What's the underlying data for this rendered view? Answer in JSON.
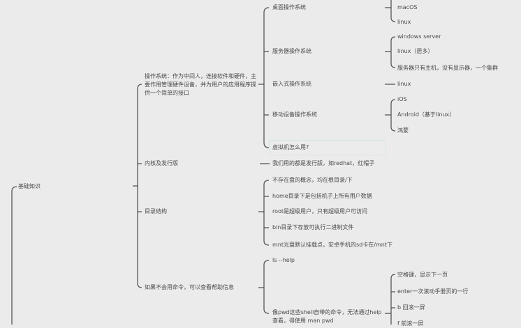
{
  "mindmap": {
    "root": {
      "label": "基础知识"
    },
    "branches": [
      {
        "label": "操作系统：作为中间人，连接软件和硬件，主要作用管理硬件设备，并为用户的应用程序提供一个简单的接口",
        "children": [
          {
            "label": "桌面操作系统",
            "children": [
              "macOS",
              "linux"
            ]
          },
          {
            "label": "服务器操作系统",
            "children": [
              "windows server",
              "linux（居多）",
              "服务器只有主机，没有显示器，一个集群"
            ]
          },
          {
            "label": "嵌入式操作系统",
            "children": [
              "linux"
            ]
          },
          {
            "label": "移动设备操作系统",
            "children": [
              "iOS",
              "Android（基于linux）",
              "鸿蒙"
            ]
          },
          {
            "label": "虚拟机怎么用?",
            "children": []
          }
        ]
      },
      {
        "label": "内核及发行版",
        "children": [
          {
            "label": "我们用的都是发行版，如redhat，红帽子"
          }
        ]
      },
      {
        "label": "目录结构",
        "children": [
          {
            "label": "不存在盘的概念，均在根目录/下"
          },
          {
            "label": "home目录下是包括机子上所有用户数据"
          },
          {
            "label": "root是超级用户，只有超级用户可访问"
          },
          {
            "label": "bin目录下存放可执行二进制文件"
          },
          {
            "label": "mnt光盘默认挂载点，安卓手机的sd卡在/mnt下"
          }
        ]
      },
      {
        "label": "如果不会用命令，可以查看帮助信息",
        "children": [
          {
            "label": "ls  --help"
          },
          {
            "label": "像pwd这些shell自带的命令，无法通过help查看，得使用 man pwd",
            "children": [
              "空格键，显示下一页",
              "enter一次滚动手册页的一行",
              "b  回滚一屏",
              "f  前滚一屏"
            ]
          }
        ]
      }
    ]
  }
}
